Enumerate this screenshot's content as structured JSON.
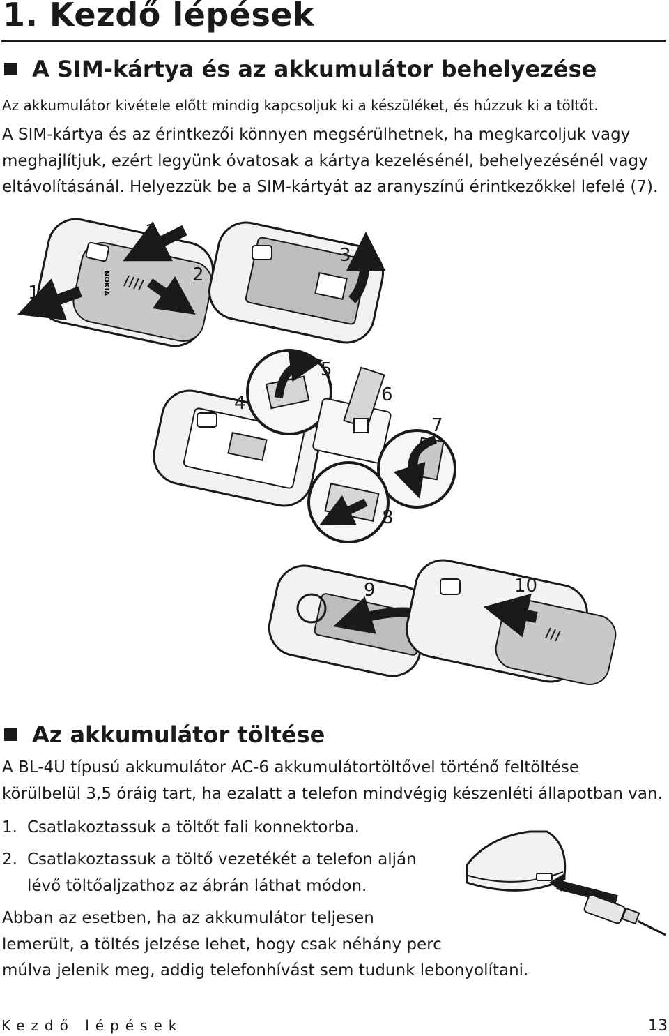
{
  "chapter": {
    "title": "1. Kezdő lépések"
  },
  "section1": {
    "heading": "A SIM-kártya és az akkumulátor behelyezése",
    "note": "Az akkumulátor kivétele előtt mindig kapcsoljuk ki a készüléket, és húzzuk ki a töltőt.",
    "para_lines": [
      "A SIM-kártya és az érintkezői könnyen megsérülhetnek, ha megkarcoljuk vagy",
      "meghajlítjuk, ezért legyünk óvatosak a kártya kezelésénél, behelyezésénél vagy",
      "eltávolításánál. Helyezzük be a SIM-kártyát az aranyszínű érintkezőkkel lefelé (7)."
    ],
    "step_labels": [
      "1",
      "1",
      "2",
      "3",
      "4",
      "5",
      "6",
      "7",
      "8",
      "9",
      "10"
    ],
    "nokia_logo": "NOKIA"
  },
  "section2": {
    "heading": "Az akkumulátor töltése",
    "para_lines": [
      "A BL-4U típusú akkumulátor AC-6 akkumulátortöltővel történő feltöltése",
      "körülbelül 3,5 óráig tart, ha ezalatt a telefon mindvégig készenléti állapotban van."
    ],
    "steps": [
      {
        "num": "1.",
        "lines": [
          "Csatlakoztassuk a töltőt fali konnektorba."
        ]
      },
      {
        "num": "2.",
        "lines": [
          "Csatlakoztassuk a töltő vezetékét a telefon alján",
          "lévő töltőaljzathoz az ábrán láthat módon."
        ]
      }
    ],
    "closing_lines": [
      "Abban az esetben, ha az akkumulátor teljesen",
      "lemerült, a töltés jelzése lehet, hogy csak néhány perc",
      "múlva jelenik meg, addig telefonhívást sem tudunk lebonyolítani."
    ]
  },
  "footer": {
    "section": "Kezdő lépések",
    "page": "13"
  },
  "colors": {
    "text": "#1a1a1a",
    "phone_fill": "#eeeeee",
    "phone_dark": "#bdbdbd"
  }
}
